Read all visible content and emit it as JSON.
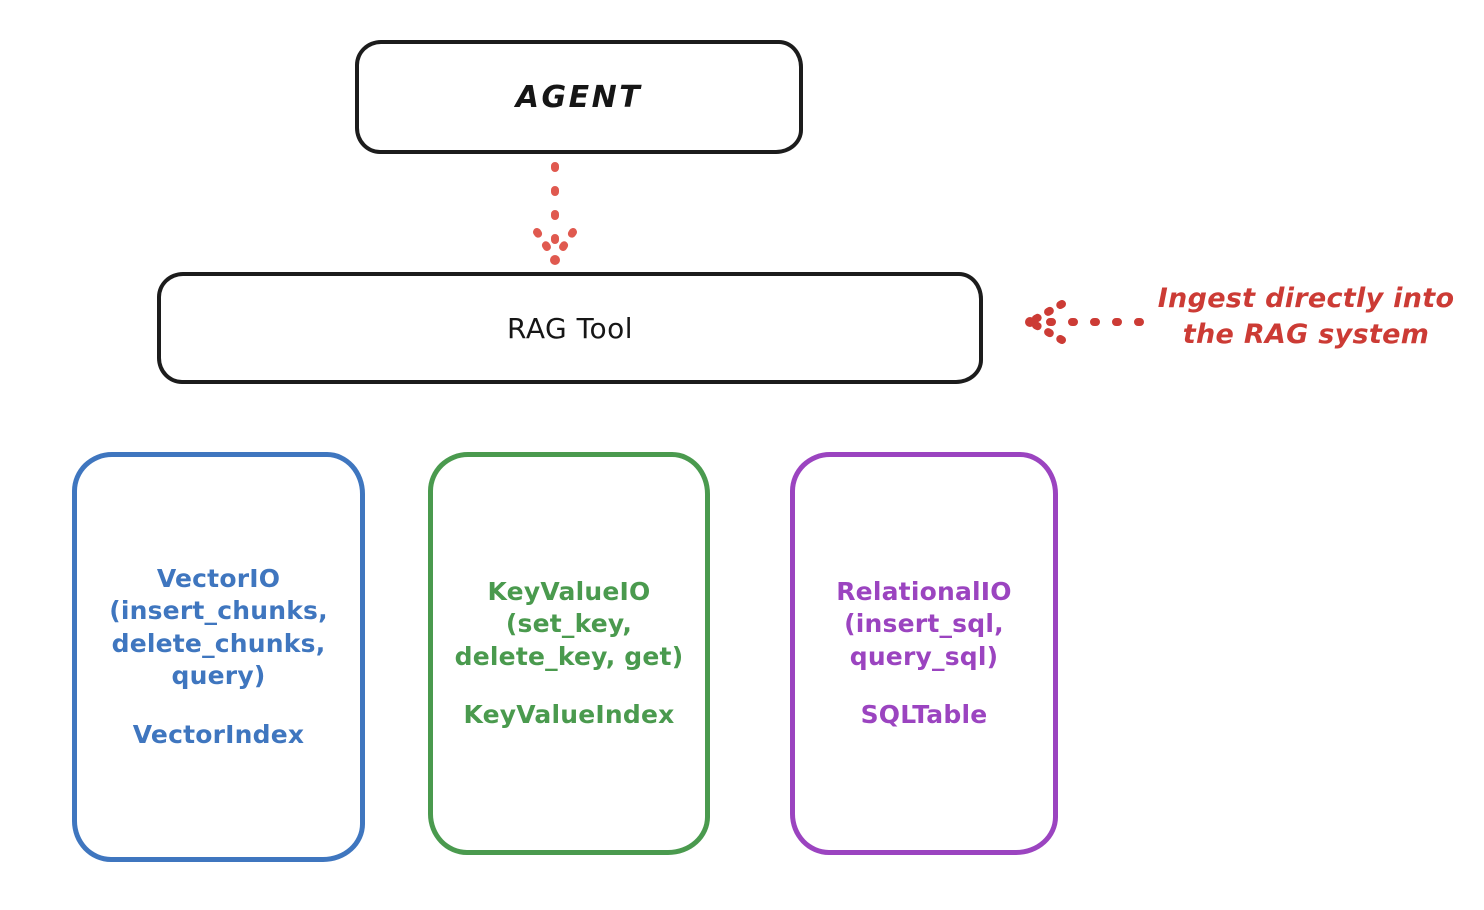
{
  "diagram": {
    "title_nodes": {
      "agent": "AGENT",
      "rag_tool": "RAG Tool"
    },
    "annotation": {
      "text": "Ingest directly into\nthe RAG system",
      "color": "#cc3b35",
      "arrow": "dotted-arrow-left-icon"
    },
    "leaf_nodes": [
      {
        "id": "vector-io",
        "api": "VectorIO\n(insert_chunks,\ndelete_chunks,\nquery)",
        "index": "VectorIndex",
        "color": "#3f76bf"
      },
      {
        "id": "key-value-io",
        "api": "KeyValueIO\n(set_key,\ndelete_key, get)",
        "index": "KeyValueIndex",
        "color": "#4a9a4e"
      },
      {
        "id": "relational-io",
        "api": "RelationalIO\n(insert_sql,\nquery_sql)",
        "index": "SQLTable",
        "color": "#9b44c0"
      }
    ],
    "connectors": [
      {
        "id": "agent-to-rag",
        "style": "dotted",
        "direction": "down",
        "color": "#e0594f"
      }
    ],
    "background": "#ffffff",
    "stroke_black": "#1c1c1c"
  }
}
